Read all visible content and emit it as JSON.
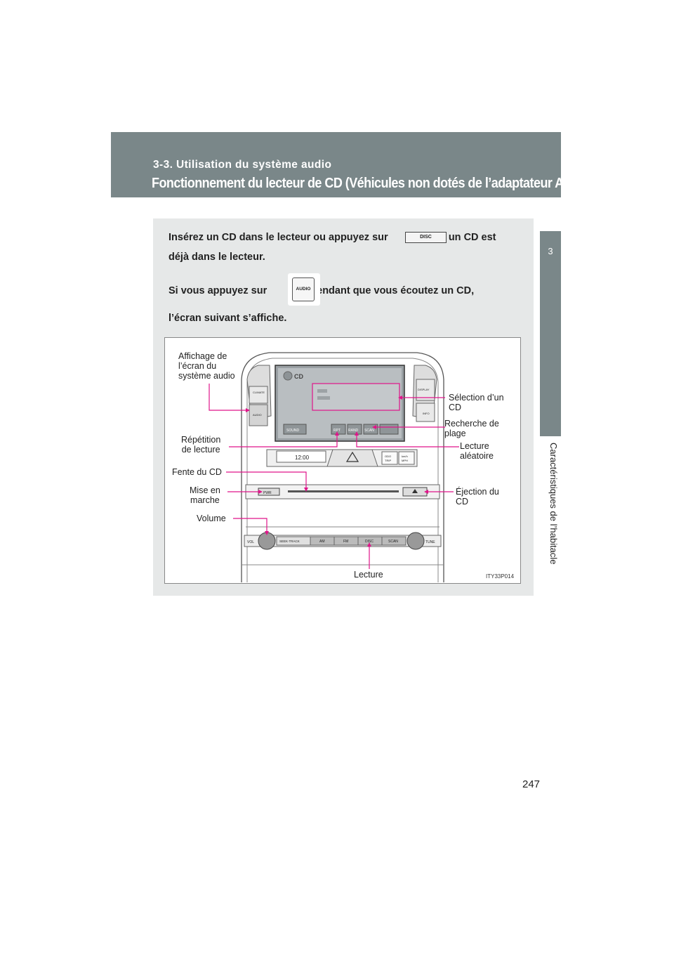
{
  "header": {
    "section": "3-3. Utilisation du système audio",
    "title": "Fonctionnement du lecteur de CD (Véhicules non dotés de l’adaptateur AUX)"
  },
  "side_tab": {
    "number": "3",
    "caption": "Caractéristiques de l’habitacle"
  },
  "intro": {
    "line1_before": "Insérez un CD dans le lecteur ou appuyez sur",
    "line1_after": "si un CD est",
    "line2": "déjà dans le lecteur.",
    "line3_before": "Si vous appuyez sur",
    "line3_after": "pendant que vous écoutez un CD,",
    "line4": "l’écran suivant s’affiche.",
    "disc_button": "DISC",
    "audio_button": "AUDIO"
  },
  "figure": {
    "code": "ITY33P014",
    "callouts": {
      "display": "Affichage de\nl’écran du\nsystème audio",
      "cd_select": "Sélection d’un\nCD",
      "track_search": "Recherche de\nplage",
      "repeat": "Répétition\nde lecture",
      "random": "Lecture\naléatoire",
      "slot": "Fente du CD",
      "power": "Mise en\nmarche",
      "eject": "Éjection du\nCD",
      "volume": "Volume",
      "play": "Lecture"
    },
    "panel_labels": {
      "climate": "CLIMATE",
      "audio": "AUDIO",
      "display": "DISPLAY",
      "info": "INFO",
      "sound": "SOUND",
      "rpt": "RPT",
      "rand": "RAND",
      "scan": "SCAN",
      "clock": "12:00",
      "odo": "ODO",
      "trip": "TRIP",
      "kmh": "km/h",
      "mph": "MPH",
      "pwr": "PWR",
      "vol": "VOL",
      "seek_track": "SEEK·TRACK",
      "am": "AM",
      "fm": "FM",
      "disc": "DISC",
      "scan2": "SCAN",
      "tune": "TUNE",
      "screen_cd": "CD"
    }
  },
  "page_number": "247",
  "colors": {
    "header": "#7a8789",
    "callout_line": "#e0158a",
    "panel_bg": "#e6e8e8"
  }
}
